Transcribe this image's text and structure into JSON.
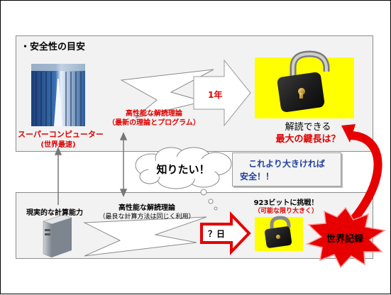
{
  "top_panel": {
    "heading": "・安全性の目安",
    "supercomputer_label": "スーパーコンピューター",
    "supercomputer_sub": "(世界最速)",
    "method_title": "高性能な解読理論",
    "method_sub": "（最新の理論とプログラム）",
    "duration": "1年",
    "result_line1": "解読できる",
    "result_line2": "最大の鍵長は？"
  },
  "callout": {
    "line1": "これより大きければ",
    "line2": "安全！！"
  },
  "thought": {
    "text": "知りたい！"
  },
  "bottom_panel": {
    "computer_label": "現実的な計算能力",
    "method_title": "高性能な解読理論",
    "method_sub": "（最良な計算方法は同じく利用）",
    "duration": "？日",
    "challenge_title": "923ビットに挑戦！",
    "challenge_sub": "（可能な限り大きく）"
  },
  "record_badge": "世界記録",
  "colors": {
    "red": "#e00000",
    "blue": "#1f3f9f",
    "yellow": "#ffff00",
    "arrow_red": "#e60000"
  }
}
